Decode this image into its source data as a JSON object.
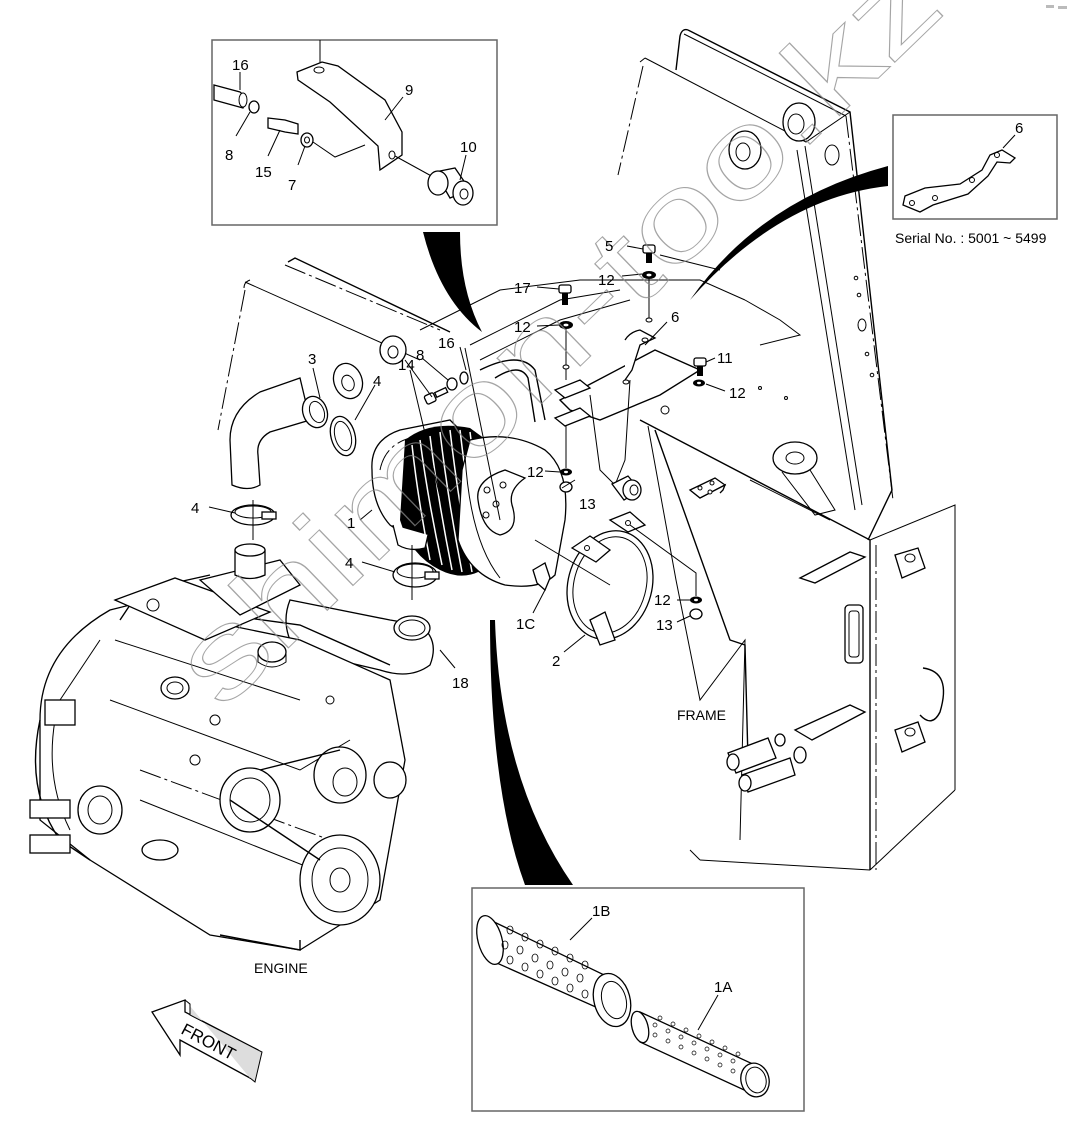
{
  "diagram": {
    "type": "exploded parts diagram",
    "subject": "Engine air cleaner installation",
    "watermark": "shimon-too.kz",
    "captions": {
      "engine": "ENGINE",
      "frame": "FRAME",
      "front_arrow": "FRONT",
      "serial_note": "Serial No. : 5001 ~ 5499"
    },
    "inset_top": {
      "callouts": [
        "16",
        "9",
        "8",
        "15",
        "7",
        "10"
      ]
    },
    "inset_right": {
      "callouts": [
        "6"
      ]
    },
    "inset_bottom": {
      "callouts": [
        "1B",
        "1A"
      ]
    },
    "main_callouts": {
      "c5": "5",
      "c12a": "12",
      "c17": "17",
      "c12b": "12",
      "c6": "6",
      "c16": "16",
      "c14": "14",
      "c8": "8",
      "c11": "11",
      "c12c": "12",
      "c3": "3",
      "c4a": "4",
      "c4b": "4",
      "c4c": "4",
      "c1": "1",
      "c12d": "12",
      "c13a": "13",
      "c12e": "12",
      "c13b": "13",
      "c1c": "1C",
      "c2": "2",
      "c18": "18"
    }
  }
}
